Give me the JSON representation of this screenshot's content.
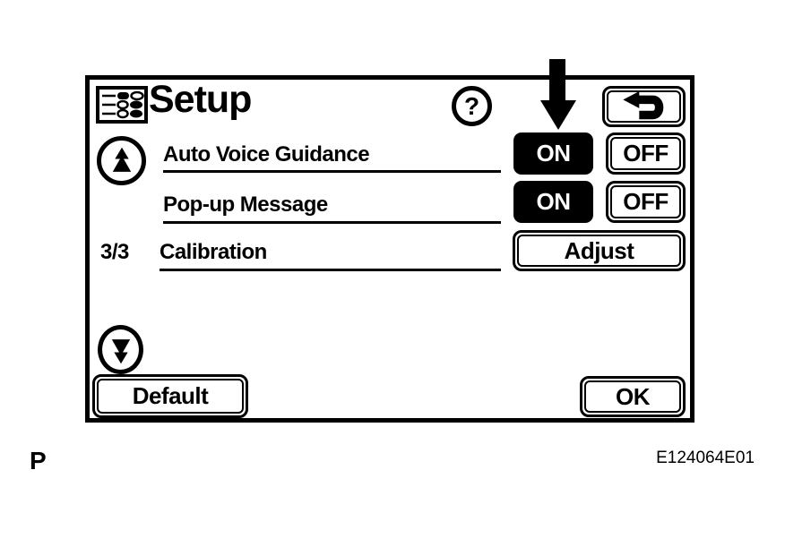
{
  "page": {
    "figure_label": "P",
    "figure_code": "E124064E01"
  },
  "screen": {
    "title": "Setup",
    "help_label": "?",
    "page_indicator": "3/3",
    "rows": [
      {
        "label": "Auto Voice Guidance",
        "on": "ON",
        "off": "OFF",
        "on_selected": true
      },
      {
        "label": "Pop-up Message",
        "on": "ON",
        "off": "OFF",
        "on_selected": true
      },
      {
        "label": "Calibration",
        "action": "Adjust"
      }
    ],
    "footer": {
      "default": "Default",
      "ok": "OK"
    }
  },
  "icons": {
    "menu": "setup-menu-icon",
    "help": "help-icon",
    "back": "return-arrow-icon",
    "scroll_up": "scroll-up-icon",
    "scroll_down": "scroll-down-icon",
    "pointer": "annotation-down-arrow"
  },
  "colors": {
    "foreground": "#000000",
    "background": "#ffffff",
    "on_button_bg": "#000000",
    "on_button_text": "#ffffff"
  }
}
